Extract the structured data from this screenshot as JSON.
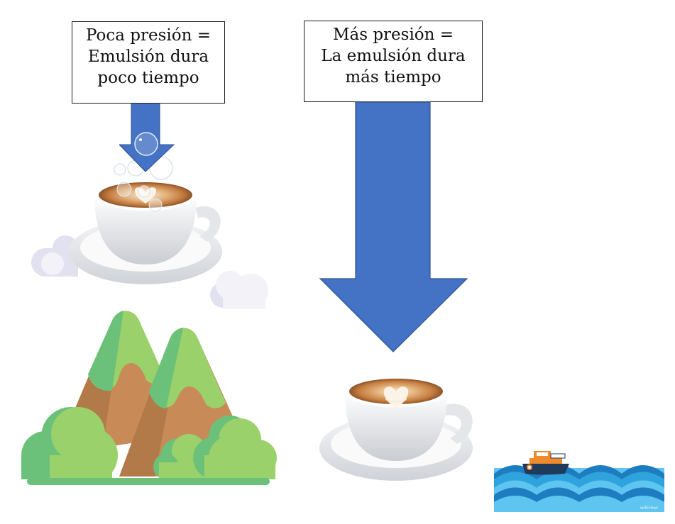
{
  "labels": {
    "low_pressure": {
      "lines": [
        "Poca presión =",
        "Emulsión dura",
        "poco tiempo"
      ]
    },
    "high_pressure": {
      "lines": [
        "Más presión =",
        "La emulsión dura",
        "más tiempo"
      ]
    }
  },
  "illustrations": {
    "left_arrow": "small-down-arrow",
    "right_arrow": "large-down-arrow",
    "left_cup": "latte-cup-with-bubbles",
    "right_cup": "latte-cup",
    "mountain": "mountains-with-bushes",
    "sea": "boat-on-waves",
    "clouds": "pale-clouds"
  },
  "watermark": "wikiHow",
  "colors": {
    "arrow_fill": "#4472C4",
    "arrow_stroke": "#2F528F",
    "mountain_brown": "#C88A57",
    "mountain_brown_dark": "#B27A48",
    "green_light": "#9BD16A",
    "green_dark": "#6CC17A",
    "wave_light": "#5EC4F0",
    "wave_mid": "#2EA3DD",
    "wave_dark": "#1E7CC0",
    "boat_hull": "#1F3A5A",
    "boat_cabin": "#F08A2A",
    "cloud": "#E2E1EF"
  }
}
